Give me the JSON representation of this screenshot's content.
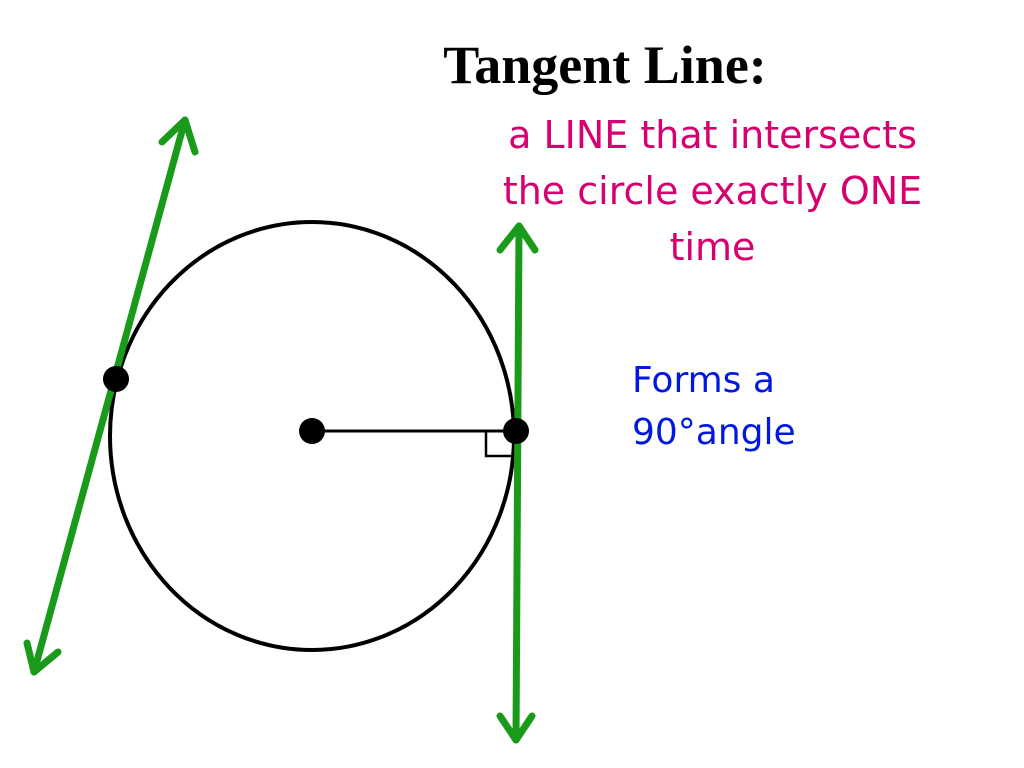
{
  "title": "Tangent Line:",
  "definition": {
    "lines": [
      "a LINE that intersects",
      "the circle exactly ONE",
      "time"
    ]
  },
  "annotation": {
    "lines": [
      "Forms a",
      "90°angle"
    ]
  },
  "colors": {
    "title": "#000000",
    "definition": "#d6006e",
    "annotation": "#0018e0",
    "tangent_lines": "#1a9a1a",
    "circle": "#000000",
    "points": "#000000"
  },
  "icons": {
    "circle": "circle-outline",
    "points": "filled-dot",
    "tangents": "double-arrow-line",
    "right_angle": "right-angle-marker"
  }
}
